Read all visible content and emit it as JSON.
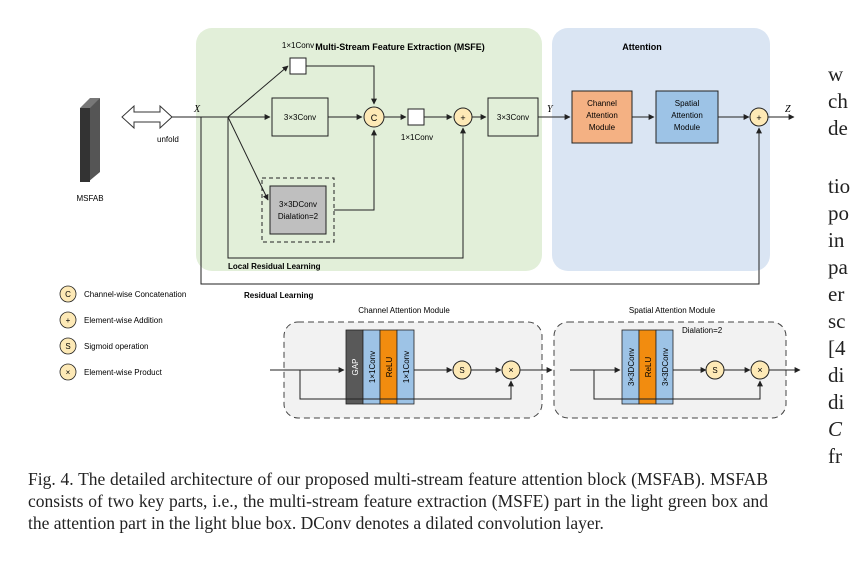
{
  "figure": {
    "msfe_title": "Multi-Stream Feature Extraction (MSFE)",
    "attention_title": "Attention",
    "block_label": "MSFAB",
    "unfold_label": "unfold",
    "x_label": "X",
    "y_label": "Y",
    "z_label": "Z",
    "conv1_top": "1×1Conv",
    "conv3": "3×3Conv",
    "dconv_line1": "3×3DConv",
    "dconv_line2": "Dialation=2",
    "conv1_mid": "1×1Conv",
    "conv3_right": "3×3Conv",
    "concat_symbol": "C",
    "plus_symbol": "+",
    "channel_attention_module": [
      "Channel",
      "Attention",
      "Module"
    ],
    "spatial_attention_module": [
      "Spatial",
      "Attention",
      "Module"
    ],
    "local_residual": "Local Residual Learning",
    "residual": "Residual Learning",
    "legend": [
      {
        "symbol": "C",
        "label": "Channel-wise Concatenation"
      },
      {
        "symbol": "+",
        "label": "Element-wise Addition"
      },
      {
        "symbol": "S",
        "label": "Sigmoid operation"
      },
      {
        "symbol": "×",
        "label": "Element-wise Product"
      }
    ],
    "cam_title": "Channel Attention Module",
    "cam_layers": [
      "GAP",
      "1×1Conv",
      "ReLU",
      "1×1Conv"
    ],
    "sam_title": "Spatial Attention Module",
    "sam_dilation": "Dialation=2",
    "sam_layers": [
      "3×3DConv",
      "ReLU",
      "3×3DConv"
    ],
    "sigmoid_symbol": "S",
    "product_symbol": "×",
    "colors": {
      "green_bg": "#e2efd9",
      "blue_bg": "#dae5f3",
      "orange": "#f4b183",
      "blue_box": "#9dc3e6",
      "relu": "#f28c0f",
      "gap": "#595959",
      "node": "#fde9b6"
    }
  },
  "caption": "Fig. 4. The detailed architecture of our proposed multi-stream feature attention block (MSFAB). MSFAB consists of two key parts, i.e., the multi-stream feature extraction (MSFE) part in the light green box and the attention part in the light blue box. DConv denotes a dilated convolution layer.",
  "right_column_fragments": [
    "w",
    "ch",
    "de",
    "tio",
    "po",
    "in",
    "pa",
    "er",
    "sc",
    "[4",
    "di",
    "di",
    "C",
    "fr"
  ]
}
